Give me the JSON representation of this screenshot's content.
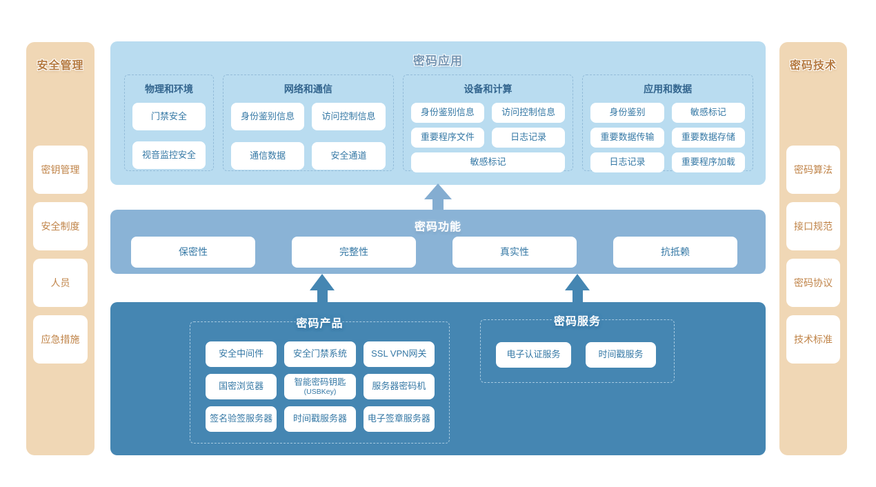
{
  "colors": {
    "sidebar_bg": "#f0d7b5",
    "sidebar_title_text": "#b5793f",
    "sidebar_item_text": "#c08449",
    "application_band_bg": "#b9dcf0",
    "function_band_bg": "#8ab3d6",
    "foundation_band_bg": "#4586b2",
    "box_text": "#3578a5",
    "group_title_text": "#33658e",
    "application_title_text": "#7394b2",
    "arrow_light": "#84add1",
    "arrow_dark": "#4586b2"
  },
  "sidebar_left": {
    "title": "安全管理",
    "items": [
      "密钥管理",
      "安全制度",
      "人员",
      "应急措施"
    ]
  },
  "sidebar_right": {
    "title": "密码技术",
    "items": [
      "密码算法",
      "接口规范",
      "密码协议",
      "技术标准"
    ]
  },
  "application_layer": {
    "title": "密码应用",
    "groups": [
      {
        "title": "物理和环境",
        "items": [
          "门禁安全",
          "视音监控安全"
        ]
      },
      {
        "title": "网络和通信",
        "items": [
          "身份鉴别信息",
          "访问控制信息",
          "通信数据",
          "安全通道"
        ]
      },
      {
        "title": "设备和计算",
        "items": [
          "身份鉴别信息",
          "访问控制信息",
          "重要程序文件",
          "日志记录",
          "敏感标记"
        ]
      },
      {
        "title": "应用和数据",
        "items": [
          "身份鉴别",
          "敏感标记",
          "重要数据传输",
          "重要数据存储",
          "日志记录",
          "重要程序加载"
        ]
      }
    ]
  },
  "function_layer": {
    "title": "密码功能",
    "items": [
      "保密性",
      "完整性",
      "真实性",
      "抗抵赖"
    ]
  },
  "foundation_layer": {
    "products": {
      "title": "密码产品",
      "items": [
        "安全中间件",
        "安全门禁系统",
        "SSL VPN网关",
        "国密浏览器",
        "智能密码钥匙",
        "服务器密码机",
        "签名验签服务器",
        "时间戳服务器",
        "电子签章服务器"
      ],
      "usbkey_note": "(USBKey)"
    },
    "services": {
      "title": "密码服务",
      "items": [
        "电子认证服务",
        "时间戳服务"
      ]
    }
  }
}
